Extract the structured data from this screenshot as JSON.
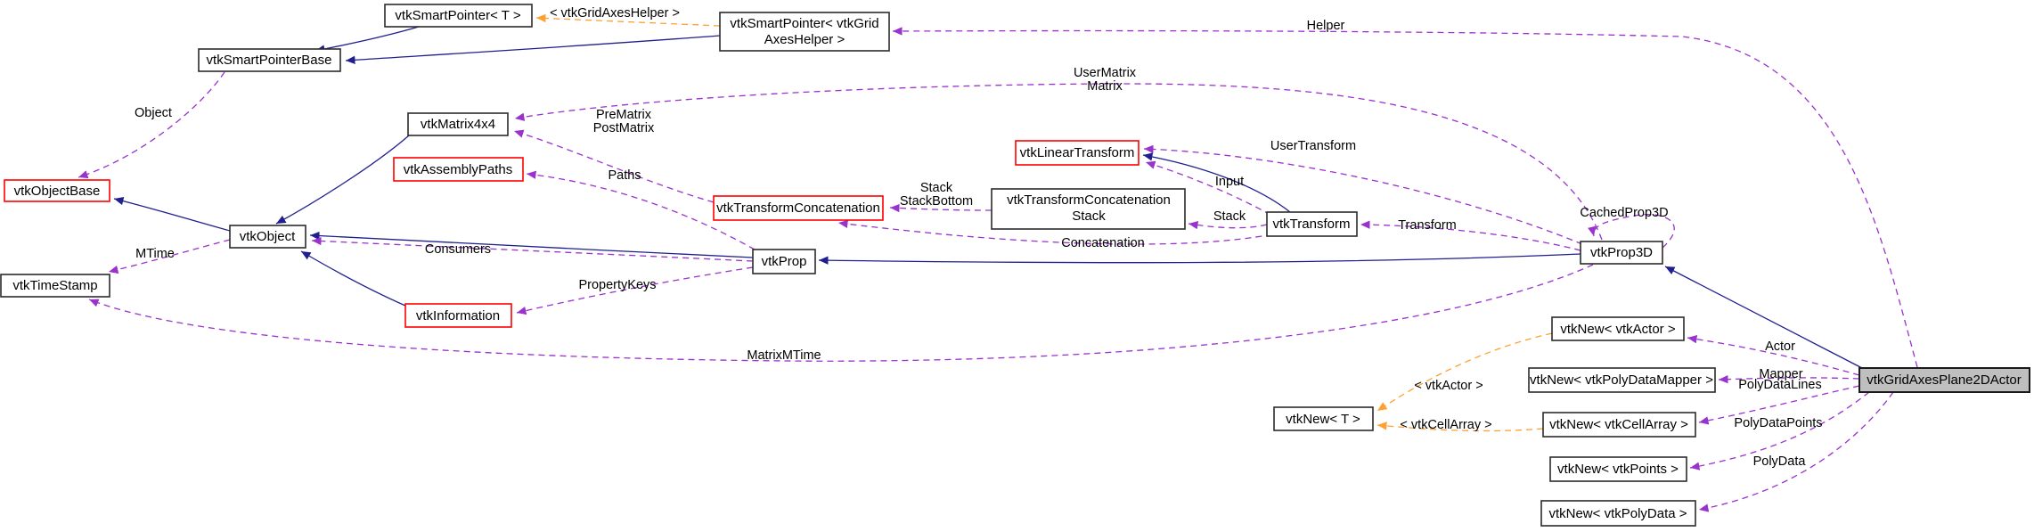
{
  "diagram": {
    "type": "class-collaboration-graph",
    "target_class": "vtkGridAxesPlane2DActor",
    "colors": {
      "background": "#ffffff",
      "inheritance_edge": "#1f1f8f",
      "usage_edge": "#9a32cd",
      "template_edge": "#ffa033",
      "node_border": "#2b2b2b",
      "truncated_node_border": "#ff0000",
      "target_node_fill": "#bfbfbf",
      "text": "#000000"
    },
    "nodes": [
      {
        "id": "vtkSmartPointerT",
        "label": "vtkSmartPointer< T >",
        "border": "black"
      },
      {
        "id": "vtkSmartPointerBase",
        "label": "vtkSmartPointerBase",
        "border": "black"
      },
      {
        "id": "vtkSmartPointerGridAxesHelper",
        "lines": [
          "vtkSmartPointer< vtkGrid",
          "AxesHelper >"
        ],
        "border": "black"
      },
      {
        "id": "vtkObjectBase",
        "label": "vtkObjectBase",
        "border": "red"
      },
      {
        "id": "vtkTimeStamp",
        "label": "vtkTimeStamp",
        "border": "black"
      },
      {
        "id": "vtkObject",
        "label": "vtkObject",
        "border": "black"
      },
      {
        "id": "vtkMatrix4x4",
        "label": "vtkMatrix4x4",
        "border": "black"
      },
      {
        "id": "vtkAssemblyPaths",
        "label": "vtkAssemblyPaths",
        "border": "red"
      },
      {
        "id": "vtkTransformConcatenation",
        "label": "vtkTransformConcatenation",
        "border": "red"
      },
      {
        "id": "vtkTransformConcatenationStack",
        "lines": [
          "vtkTransformConcatenation",
          "Stack"
        ],
        "border": "black"
      },
      {
        "id": "vtkLinearTransform",
        "label": "vtkLinearTransform",
        "border": "red"
      },
      {
        "id": "vtkTransform",
        "label": "vtkTransform",
        "border": "black"
      },
      {
        "id": "vtkProp",
        "label": "vtkProp",
        "border": "black"
      },
      {
        "id": "vtkInformation",
        "label": "vtkInformation",
        "border": "red"
      },
      {
        "id": "vtkProp3D",
        "label": "vtkProp3D",
        "border": "black"
      },
      {
        "id": "vtkGridAxesPlane2DActor",
        "label": "vtkGridAxesPlane2DActor",
        "border": "black",
        "fill": "#bfbfbf",
        "is_target": true
      },
      {
        "id": "vtkNewActor",
        "label": "vtkNew< vtkActor >",
        "border": "black"
      },
      {
        "id": "vtkNewPolyDataMapper",
        "label": "vtkNew< vtkPolyDataMapper >",
        "border": "black"
      },
      {
        "id": "vtkNewCellArray",
        "label": "vtkNew< vtkCellArray >",
        "border": "black"
      },
      {
        "id": "vtkNewPoints",
        "label": "vtkNew< vtkPoints >",
        "border": "black"
      },
      {
        "id": "vtkNewPolyData",
        "label": "vtkNew< vtkPolyData >",
        "border": "black"
      },
      {
        "id": "vtkNewT",
        "label": "vtkNew< T >",
        "border": "black"
      }
    ],
    "edges": [
      {
        "from": "vtkSmartPointer< T >",
        "to": "vtkSmartPointerBase",
        "type": "inheritance",
        "label": ""
      },
      {
        "from": "vtkSmartPointer< vtkGridAxesHelper >",
        "to": "vtkSmartPointerBase",
        "type": "inheritance",
        "label": ""
      },
      {
        "from": "vtkSmartPointer< vtkGridAxesHelper >",
        "to": "vtkSmartPointer< T >",
        "type": "template",
        "label": "< vtkGridAxesHelper >"
      },
      {
        "from": "vtkObject",
        "to": "vtkObjectBase",
        "type": "inheritance",
        "label": ""
      },
      {
        "from": "vtkSmartPointerBase",
        "to": "vtkObjectBase",
        "type": "usage",
        "label": "Object"
      },
      {
        "from": "vtkObject",
        "to": "vtkTimeStamp",
        "type": "usage",
        "label": "MTime"
      },
      {
        "from": "vtkMatrix4x4",
        "to": "vtkObject",
        "type": "inheritance",
        "label": ""
      },
      {
        "from": "vtkProp",
        "to": "vtkObject",
        "type": "inheritance",
        "label": ""
      },
      {
        "from": "vtkInformation",
        "to": "vtkObject",
        "type": "inheritance",
        "label": ""
      },
      {
        "from": "vtkProp",
        "to": "vtkObject",
        "type": "usage",
        "label": "Consumers"
      },
      {
        "from": "vtkProp",
        "to": "vtkInformation",
        "type": "usage",
        "label": "PropertyKeys"
      },
      {
        "from": "vtkProp",
        "to": "vtkAssemblyPaths",
        "type": "usage",
        "label": "Paths"
      },
      {
        "from": "vtkTransformConcatenation",
        "to": "vtkMatrix4x4",
        "type": "usage",
        "label_lines": [
          "PreMatrix",
          "PostMatrix"
        ]
      },
      {
        "from": "vtkProp3D",
        "to": "vtkMatrix4x4",
        "type": "usage",
        "label_lines": [
          "UserMatrix",
          "Matrix"
        ]
      },
      {
        "from": "vtkTransformConcatenationStack",
        "to": "vtkTransformConcatenation",
        "type": "usage",
        "label_lines": [
          "Stack",
          "StackBottom"
        ]
      },
      {
        "from": "vtkTransform",
        "to": "vtkTransformConcatenation",
        "type": "usage",
        "label": "Concatenation"
      },
      {
        "from": "vtkTransform",
        "to": "vtkLinearTransform",
        "type": "inheritance",
        "label": ""
      },
      {
        "from": "vtkTransform",
        "to": "vtkLinearTransform",
        "type": "usage",
        "label": "Input"
      },
      {
        "from": "vtkProp3D",
        "to": "vtkLinearTransform",
        "type": "usage",
        "label": "UserTransform"
      },
      {
        "from": "vtkTransform",
        "to": "vtkTransformConcatenationStack",
        "type": "usage",
        "label": "Stack"
      },
      {
        "from": "vtkProp3D",
        "to": "vtkTransform",
        "type": "usage",
        "label": "Transform"
      },
      {
        "from": "vtkProp3D",
        "to": "vtkProp",
        "type": "inheritance",
        "label": ""
      },
      {
        "from": "vtkProp3D",
        "to": "vtkProp3D",
        "type": "usage",
        "label": "CachedProp3D"
      },
      {
        "from": "vtkProp3D",
        "to": "vtkTimeStamp",
        "type": "usage",
        "label": "MatrixMTime"
      },
      {
        "from": "vtkGridAxesPlane2DActor",
        "to": "vtkProp3D",
        "type": "inheritance",
        "label": ""
      },
      {
        "from": "vtkGridAxesPlane2DActor",
        "to": "vtkSmartPointer< vtkGridAxesHelper >",
        "type": "usage",
        "label": "Helper"
      },
      {
        "from": "vtkGridAxesPlane2DActor",
        "to": "vtkNew< vtkActor >",
        "type": "usage",
        "label": "Actor"
      },
      {
        "from": "vtkGridAxesPlane2DActor",
        "to": "vtkNew< vtkPolyDataMapper >",
        "type": "usage",
        "label": "Mapper"
      },
      {
        "from": "vtkGridAxesPlane2DActor",
        "to": "vtkNew< vtkCellArray >",
        "type": "usage",
        "label": "PolyDataLines"
      },
      {
        "from": "vtkGridAxesPlane2DActor",
        "to": "vtkNew< vtkPoints >",
        "type": "usage",
        "label": "PolyDataPoints"
      },
      {
        "from": "vtkGridAxesPlane2DActor",
        "to": "vtkNew< vtkPolyData >",
        "type": "usage",
        "label": "PolyData"
      },
      {
        "from": "vtkNew< vtkActor >",
        "to": "vtkNew< T >",
        "type": "template",
        "label": "< vtkActor >"
      },
      {
        "from": "vtkNew< vtkCellArray >",
        "to": "vtkNew< T >",
        "type": "template",
        "label": "< vtkCellArray >"
      }
    ]
  }
}
